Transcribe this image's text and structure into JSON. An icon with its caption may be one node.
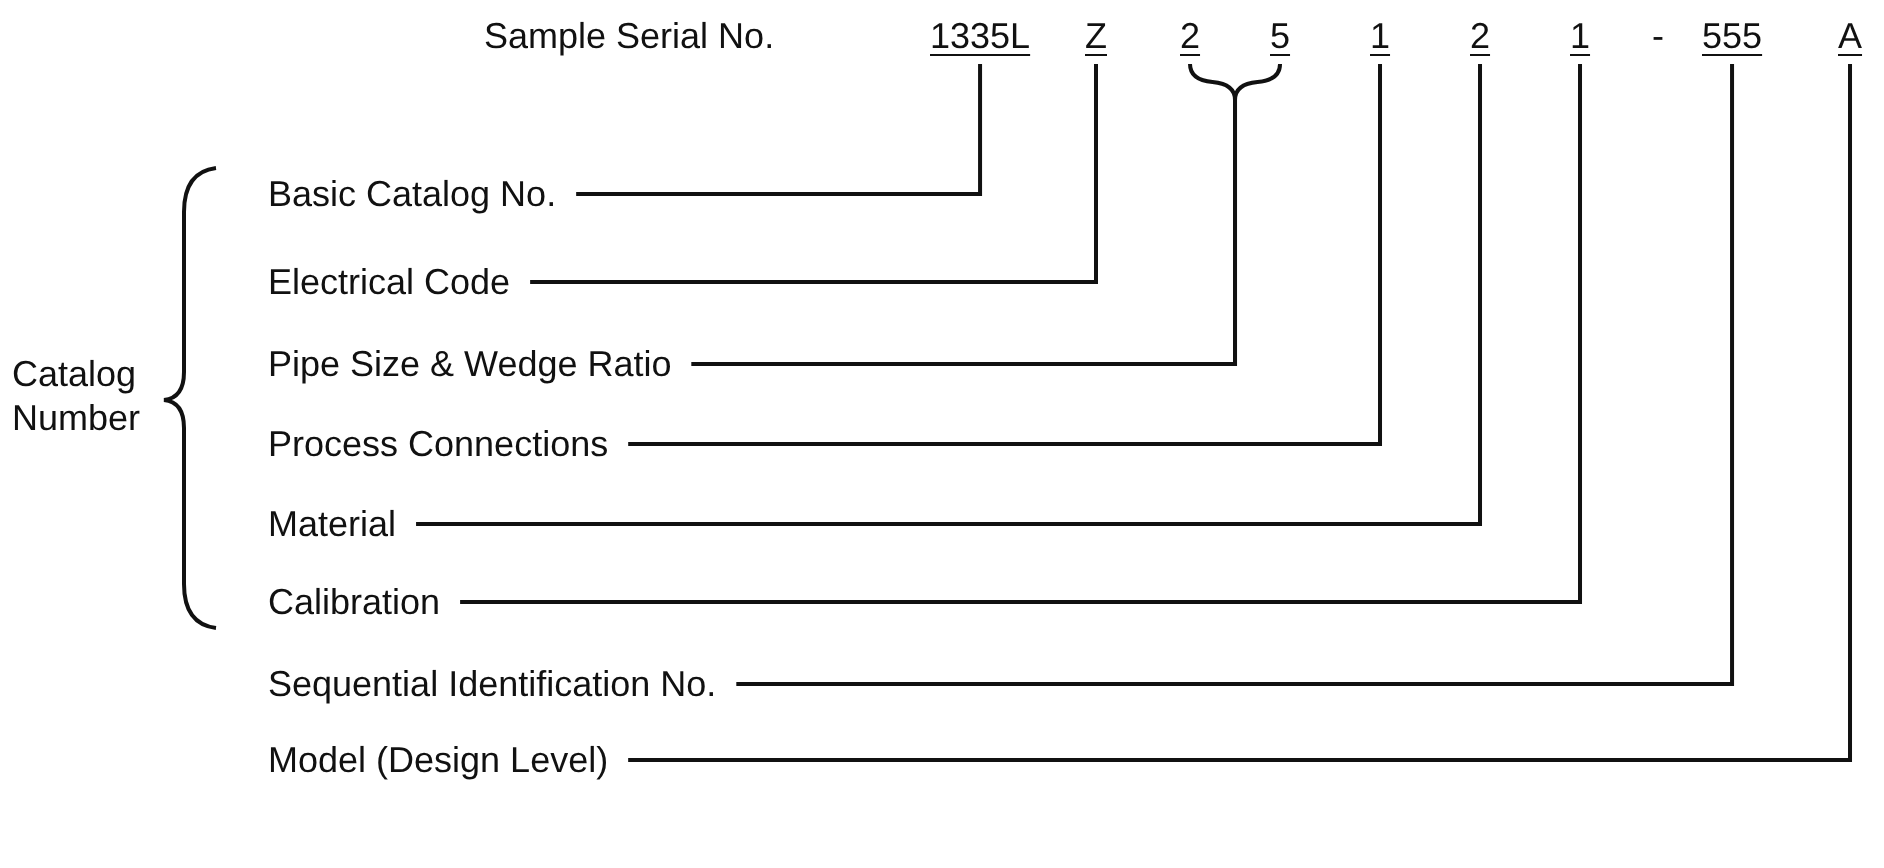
{
  "diagram": {
    "nodes": [
      {
        "text": [
          "1335L"
        ]
      },
      {
        "text": [
          "Z"
        ]
      },
      {
        "text": [
          "2"
        ]
      },
      {
        "text": [
          "5"
        ]
      },
      {
        "text": [
          "1"
        ]
      },
      {
        "text": [
          "2"
        ]
      },
      {
        "text": [
          "1"
        ]
      },
      {
        "text": [
          "555"
        ]
      },
      {
        "text": [
          "A"
        ]
      },
      {
        "text": [
          "Basic Catalog No."
        ]
      },
      {
        "text": [
          "Electrical Code"
        ]
      },
      {
        "text": [
          "Pipe Size & Wedge Ratio"
        ]
      },
      {
        "text": [
          "Process Connections"
        ]
      },
      {
        "text": [
          "Material"
        ]
      },
      {
        "text": [
          "Calibration"
        ]
      },
      {
        "text": [
          "Sequential Identification No."
        ]
      },
      {
        "text": [
          "Model (Design Level)"
        ]
      }
    ],
    "edges": [
      {
        "from": 9,
        "to": 0,
        "arrow": "none"
      },
      {
        "from": 10,
        "to": 1,
        "arrow": "none"
      },
      {
        "from": 11,
        "to": 2,
        "arrow": "none"
      },
      {
        "from": 11,
        "to": 3,
        "arrow": "none"
      },
      {
        "from": 12,
        "to": 4,
        "arrow": "none"
      },
      {
        "from": 13,
        "to": 5,
        "arrow": "none"
      },
      {
        "from": 14,
        "to": 6,
        "arrow": "none"
      },
      {
        "from": 15,
        "to": 7,
        "arrow": "none"
      },
      {
        "from": 16,
        "to": 8,
        "arrow": "none"
      }
    ],
    "labels": [
      "Sample Serial No.",
      "-",
      "Catalog Number"
    ]
  }
}
